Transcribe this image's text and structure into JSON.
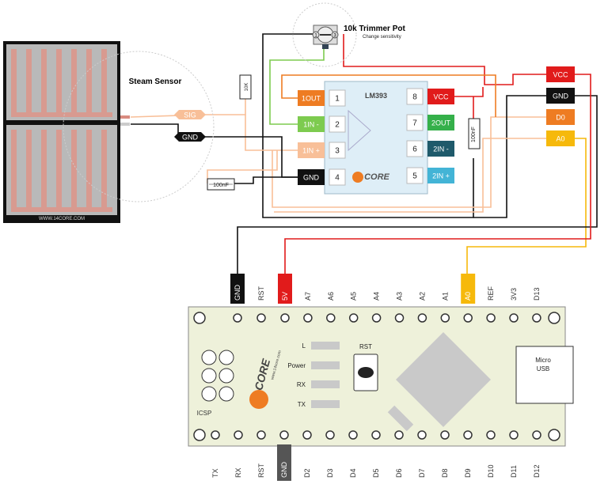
{
  "sensor": {
    "title": "Steam Sensor",
    "watermark": "WWW.14CORE.COM",
    "sig_label": "SIG",
    "gnd_label": "GND"
  },
  "pot": {
    "title": "10k Trimmer Pot",
    "subtitle": "Change sensitivity",
    "pin1": "1",
    "pin3": "3"
  },
  "resistor_label": "10K",
  "cap_left_label": "100nF",
  "cap_right_label": "100nF",
  "chip": {
    "name": "LM393",
    "logo": "CORE",
    "pin1_marker": "1",
    "left_pins": [
      {
        "label": "1OUT",
        "num": "1",
        "color": "#ee7c22"
      },
      {
        "label": "1IN -",
        "num": "2",
        "color": "#7dcb4f"
      },
      {
        "label": "1IN +",
        "num": "3",
        "color": "#f8bf98"
      },
      {
        "label": "GND",
        "num": "4",
        "color": "#111111"
      }
    ],
    "right_pins": [
      {
        "label": "VCC",
        "num": "8",
        "color": "#e11b1b"
      },
      {
        "label": "2OUT",
        "num": "7",
        "color": "#35b04a"
      },
      {
        "label": "2IN -",
        "num": "6",
        "color": "#1f5a6b"
      },
      {
        "label": "2IN +",
        "num": "5",
        "color": "#43b4d6"
      }
    ]
  },
  "module_pins": [
    {
      "label": "VCC",
      "color": "#e11b1b"
    },
    {
      "label": "GND",
      "color": "#111111"
    },
    {
      "label": "D0",
      "color": "#ee7c22"
    },
    {
      "label": "A0",
      "color": "#f6b90b"
    }
  ],
  "nano": {
    "top_pins": [
      "GND",
      "RST",
      "5V",
      "A7",
      "A6",
      "A5",
      "A4",
      "A3",
      "A2",
      "A1",
      "A0",
      "REF",
      "3V3",
      "D13"
    ],
    "bottom_pins": [
      "TX",
      "RX",
      "RST",
      "GND",
      "D2",
      "D3",
      "D4",
      "D5",
      "D6",
      "D7",
      "D8",
      "D9",
      "D10",
      "D11",
      "D12"
    ],
    "leds": [
      "L",
      "Power",
      "RX",
      "TX"
    ],
    "rst_label": "RST",
    "icsp_label": "ICSP",
    "usb_line1": "Micro",
    "usb_line2": "USB",
    "logo": "CORE",
    "logo_url": "www.14core.com"
  },
  "colors": {
    "red": "#e11b1b",
    "black": "#111111",
    "orange": "#ee7c22",
    "yellow": "#f6b90b",
    "green": "#7dcb4f",
    "peach": "#f8bf98",
    "chip_bg": "#deeef7",
    "board_bg": "#eef1da",
    "sensor_trace": "#d89a90",
    "sensor_trace2": "#b9b9b9"
  }
}
